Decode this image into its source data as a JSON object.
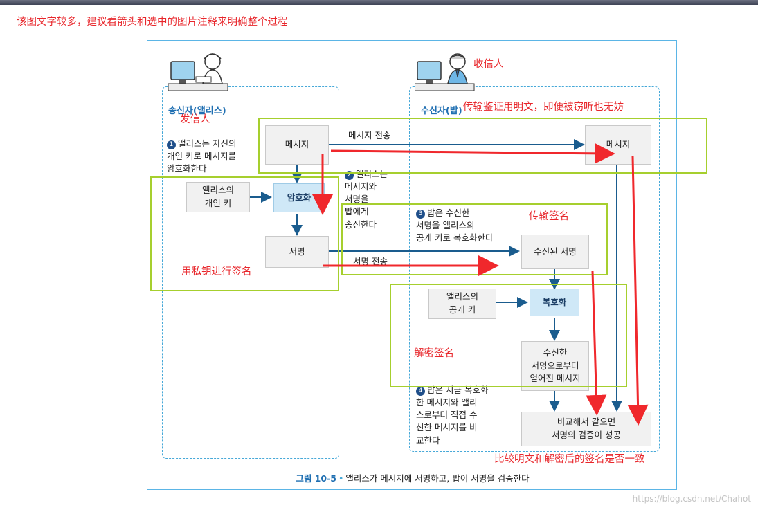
{
  "header_note": "该图文字较多，建议看箭头和选中的图片注释来明确整个过程",
  "sender": {
    "label": "송신자(앨리스)",
    "annotation": "发信人",
    "step1": "앨리스는 자신의\n개인 키로 메시지를\n암호화한다",
    "step1_num": "1",
    "step2": "앨리스는\n메시지와\n서명을\n밥에게\n송신한다",
    "step2_num": "2"
  },
  "receiver": {
    "label": "수신자(밥)",
    "annotation": "收信人",
    "step3": "밥은 수신한\n서명을 앨리스의\n공개 키로 복호화한다",
    "step3_num": "3",
    "step4": "밥은 지금 복호화\n한 메시지와 앨리\n스로부터 직접 수\n신한 메시지를 비\n교한다",
    "step4_num": "4"
  },
  "boxes": {
    "message_left": "메시지",
    "private_key": "앨리스의\n개인 키",
    "encrypt": "암호화",
    "signature": "서명",
    "message_right": "메시지",
    "received_signature": "수신된 서명",
    "public_key": "앨리스의\n공개 키",
    "decrypt": "복호화",
    "decrypted_message": "수신한\n서명으로부터\n얻어진 메시지",
    "result": "비교해서 같으면\n서명의 검증이 성공"
  },
  "arrow_labels": {
    "message_send": "메시지 전송",
    "signature_send": "서명 전송"
  },
  "annotations": {
    "transmit_plaintext": "传输鉴证用明文，即便被窃听也无妨",
    "private_key_sign": "用私钥进行签名",
    "transmit_signature": "传输签名",
    "decrypt_signature": "解密签名",
    "compare": "比较明文和解密后的签名是否一致"
  },
  "caption": {
    "number": "그림 10-5",
    "text": "앨리스가 메시지에 서명하고, 밥이 서명을 검증한다"
  },
  "watermark": "https://blog.csdn.net/Chahot",
  "colors": {
    "annotation_red": "#e8262b",
    "highlight_green": "#a6cf2e",
    "diagram_blue": "#1f6fb2",
    "arrow_blue": "#1a5c8e"
  }
}
